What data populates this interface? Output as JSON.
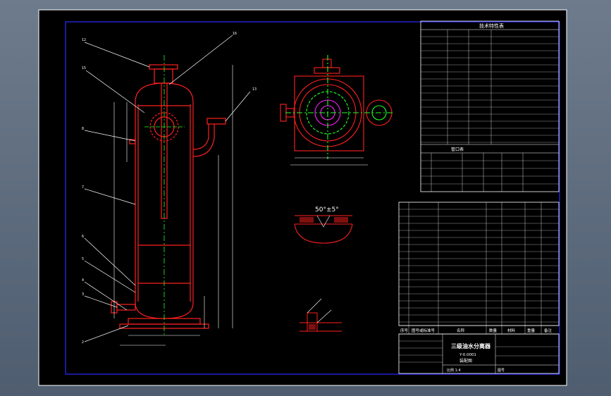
{
  "title_block": {
    "name": "三级油水分离器",
    "subtitle": "Y-0.0001",
    "sheet": "装配图",
    "scale": "比例 1:4",
    "drawing_no": "图号"
  },
  "section_label": "50°±5°",
  "tech_table_heading": "技术特性表",
  "nozzle_table_heading": "管口表",
  "parts_header": {
    "col_no": "序号",
    "col_code": "图号或标准号",
    "col_name": "名称",
    "col_qty": "数量",
    "col_mat": "材料",
    "col_wt": "重量",
    "col_note": "备注"
  },
  "colors": {
    "background": "#000000",
    "frame": "#ffffff",
    "border": "#2222ff",
    "outline": "#ff2020",
    "center": "#22ff22",
    "text": "#ffffff",
    "accent": "#ff20ff",
    "dim": "#ffffff"
  }
}
